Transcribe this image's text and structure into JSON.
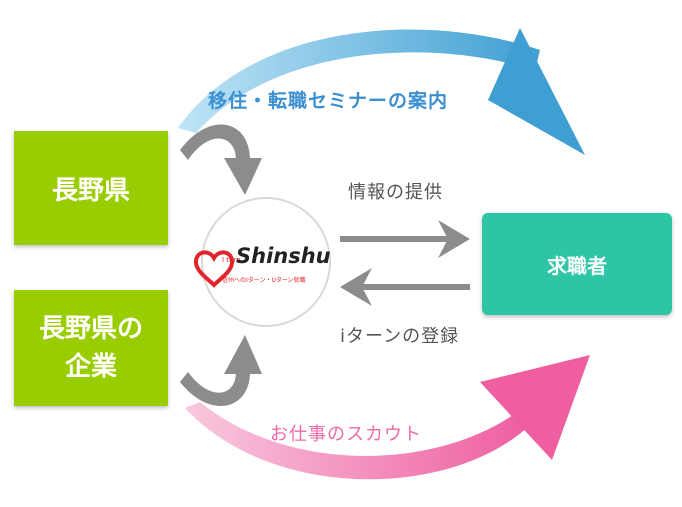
{
  "nodes": {
    "nagano_pref": "長野県",
    "nagano_companies_line1": "長野県の",
    "nagano_companies_line2": "企業",
    "job_seeker": "求職者",
    "logo_brand": "Shinshu",
    "logo_small": "I turn",
    "logo_tagline": "信州へのIターン・Uターン就職"
  },
  "arrows": {
    "top": "移住・転職セミナーの案内",
    "info": "情報の提供",
    "register": "iターンの登録",
    "bottom": "お仕事のスカウト"
  },
  "colors": {
    "green": "#9acd00",
    "teal": "#2ec5a6",
    "blue_arrow": "#4aa8d8",
    "pink_arrow": "#f06aa8",
    "gray_arrow": "#8c8c8c",
    "logo_red": "#e0262c"
  }
}
